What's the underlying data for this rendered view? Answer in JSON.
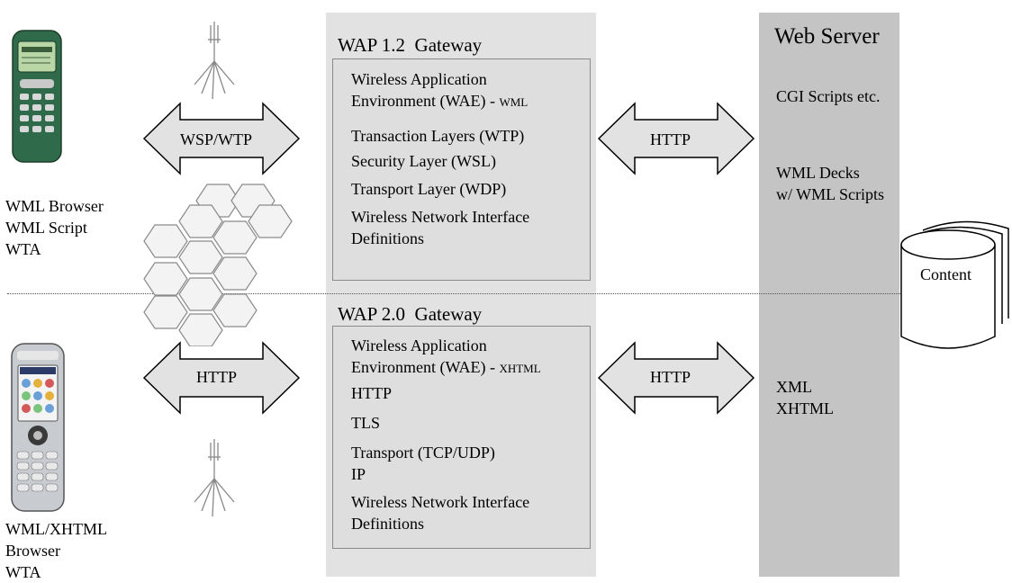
{
  "gateway_top": {
    "title": "WAP 1.2  Gateway",
    "items": [
      {
        "text": "Wireless Application\nEnvironment (WAE) - ",
        "tag": "WML"
      },
      {
        "text": "Transaction Layers (WTP)"
      },
      {
        "text": "Security Layer (WSL)"
      },
      {
        "text": "Transport Layer (WDP)"
      },
      {
        "text": "Wireless Network Interface\nDefinitions"
      }
    ]
  },
  "gateway_bottom": {
    "title": "WAP 2.0  Gateway",
    "items": [
      {
        "text": "Wireless Application\nEnvironment (WAE) - ",
        "tag": "XHTML"
      },
      {
        "text": "HTTP"
      },
      {
        "text": "TLS"
      },
      {
        "text": "Transport (TCP/UDP)\nIP"
      },
      {
        "text": "Wireless Network Interface\nDefinitions"
      }
    ]
  },
  "web_server": {
    "title": "Web Server",
    "top_items": [
      "CGI Scripts etc.",
      "WML Decks\nw/ WML Scripts"
    ],
    "bottom_items": [
      "XML\nXHTML"
    ]
  },
  "content_label": "Content",
  "arrows": {
    "top_left": "WSP/WTP",
    "top_right": "HTTP",
    "bottom_left": "HTTP",
    "bottom_right": "HTTP"
  },
  "clients": {
    "top": "WML Browser\nWML Script\nWTA",
    "bottom": "WML/XHTML\nBrowser\nWTA"
  },
  "colors": {
    "gateway_bg": "#e2e2e2",
    "server_bg": "#c4c4c4",
    "phone_top_body": "#2f6b4a",
    "phone_bottom_body": "#c8ccd0"
  }
}
